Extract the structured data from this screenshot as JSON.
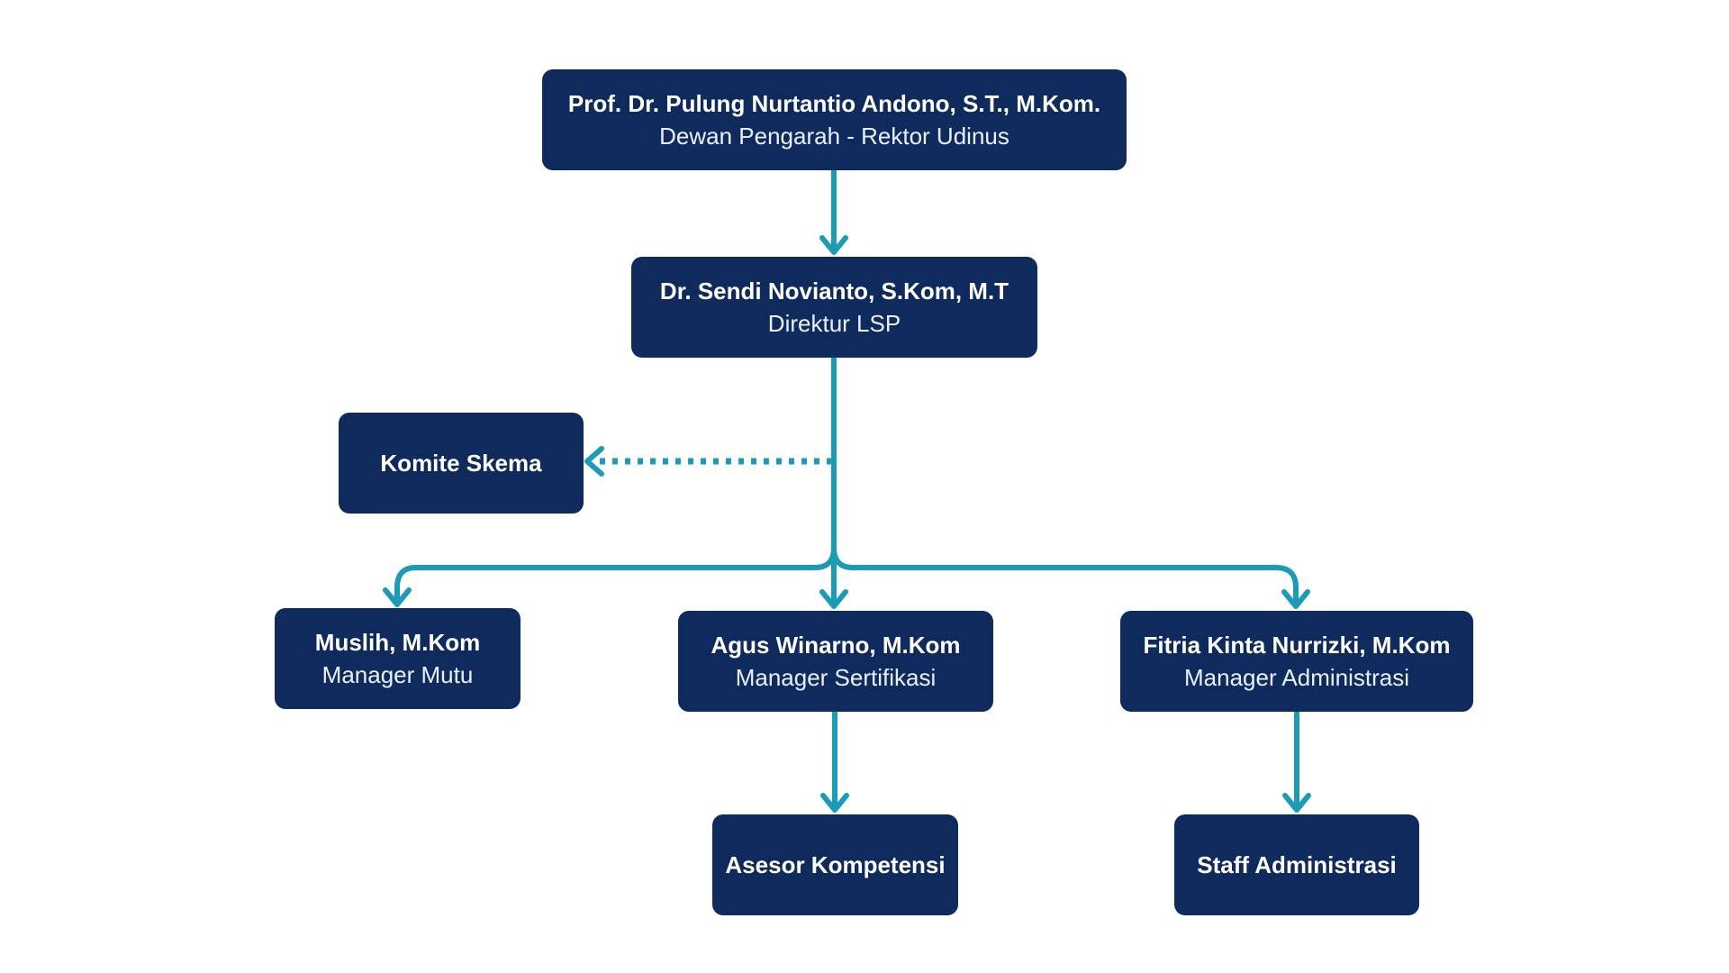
{
  "colors": {
    "box_fill": "#0f2a5c",
    "connector": "#1b9bb5",
    "text": "#ffffff"
  },
  "nodes": {
    "rektor": {
      "name": "Prof. Dr. Pulung Nurtantio Andono, S.T., M.Kom.",
      "role": "Dewan Pengarah - Rektor Udinus"
    },
    "direktur": {
      "name": "Dr. Sendi Novianto, S.Kom, M.T",
      "role": "Direktur LSP"
    },
    "komite": {
      "name": "Komite Skema"
    },
    "mutu": {
      "name": "Muslih, M.Kom",
      "role": "Manager Mutu"
    },
    "sertifikasi": {
      "name": "Agus Winarno, M.Kom",
      "role": "Manager Sertifikasi"
    },
    "administrasi": {
      "name": "Fitria Kinta Nurrizki, M.Kom",
      "role": "Manager Administrasi"
    },
    "asesor": {
      "name": "Asesor Kompetensi"
    },
    "staff": {
      "name": "Staff Administrasi"
    }
  }
}
